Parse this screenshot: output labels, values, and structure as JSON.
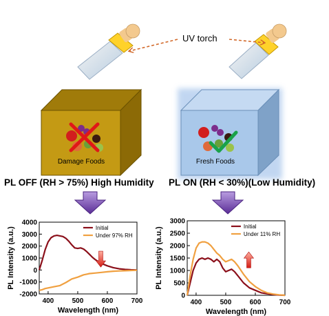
{
  "torch_label": "UV torch",
  "boxes": {
    "left": {
      "label": "Damage Foods",
      "color": "#c49a14"
    },
    "right": {
      "label": "Fresh Foods",
      "color": "#a9c8ea"
    }
  },
  "conditions": {
    "left": "PL OFF (RH > 75%) High Humidity",
    "right": "PL ON (RH < 30%)(Low Humidity)"
  },
  "colors": {
    "initial": "#8b0f1a",
    "treated": "#f0a040",
    "arrow_purple": "#7a3fb5",
    "arrow_red": "#d92020"
  },
  "chart_data": [
    {
      "type": "line",
      "xlabel": "Wavelength (nm)",
      "ylabel": "PL Intensity (a.u.)",
      "xlim": [
        370,
        700
      ],
      "ylim": [
        -2000,
        4000
      ],
      "xticks": [
        400,
        500,
        600,
        700
      ],
      "yticks": [
        -2000,
        -1000,
        0,
        1000,
        2000,
        3000,
        4000
      ],
      "tick_labels_y": [
        "-2000",
        "-1000",
        "0",
        "1000",
        "2000",
        "3000",
        "4000"
      ],
      "tick_labels_x": [
        "400",
        "500",
        "600",
        "700"
      ],
      "trend": "down",
      "series": [
        {
          "name": "Initial",
          "color": "#8b0f1a",
          "x": [
            370,
            380,
            390,
            400,
            410,
            420,
            430,
            440,
            450,
            460,
            470,
            480,
            490,
            500,
            510,
            520,
            530,
            540,
            550,
            560,
            580,
            600,
            620,
            640,
            660,
            680,
            700
          ],
          "y": [
            0,
            800,
            1700,
            2350,
            2700,
            2850,
            2900,
            2850,
            2800,
            2650,
            2400,
            2100,
            1850,
            1800,
            1850,
            1750,
            1550,
            1300,
            1050,
            850,
            550,
            350,
            200,
            100,
            50,
            20,
            0
          ]
        },
        {
          "name": "Under 97% RH",
          "color": "#f0a040",
          "x": [
            370,
            380,
            390,
            400,
            420,
            440,
            460,
            480,
            500,
            520,
            540,
            560,
            580,
            600,
            620,
            640,
            660,
            680,
            700
          ],
          "y": [
            -1700,
            -1650,
            -1550,
            -1500,
            -1400,
            -1300,
            -1050,
            -750,
            -600,
            -400,
            -300,
            -250,
            -200,
            -150,
            -100,
            -80,
            -60,
            -40,
            -20
          ]
        }
      ]
    },
    {
      "type": "line",
      "xlabel": "Wavelength (nm)",
      "ylabel": "PL Intensity (a.u.)",
      "xlim": [
        370,
        700
      ],
      "ylim": [
        0,
        3000
      ],
      "xticks": [
        400,
        500,
        600,
        700
      ],
      "yticks": [
        0,
        500,
        1000,
        1500,
        2000,
        2500,
        3000
      ],
      "tick_labels_y": [
        "0",
        "500",
        "1000",
        "1500",
        "2000",
        "2500",
        "3000"
      ],
      "tick_labels_x": [
        "400",
        "500",
        "600",
        "700"
      ],
      "trend": "up",
      "series": [
        {
          "name": "Initial",
          "color": "#8b0f1a",
          "x": [
            370,
            380,
            390,
            400,
            410,
            420,
            430,
            440,
            450,
            460,
            470,
            480,
            490,
            500,
            510,
            520,
            530,
            540,
            560,
            580,
            600,
            620,
            640,
            660,
            680,
            700
          ],
          "y": [
            0,
            500,
            1000,
            1300,
            1450,
            1500,
            1450,
            1500,
            1450,
            1350,
            1450,
            1350,
            1100,
            950,
            1000,
            1050,
            950,
            800,
            500,
            300,
            200,
            100,
            60,
            30,
            10,
            0
          ]
        },
        {
          "name": "Under 11% RH",
          "color": "#f0a040",
          "x": [
            370,
            380,
            390,
            400,
            410,
            420,
            430,
            440,
            450,
            460,
            470,
            480,
            490,
            500,
            510,
            520,
            530,
            540,
            560,
            580,
            600,
            620,
            640,
            660,
            680,
            700
          ],
          "y": [
            0,
            800,
            1450,
            1900,
            2100,
            2150,
            2150,
            2100,
            2000,
            1850,
            1700,
            1600,
            1450,
            1350,
            1400,
            1450,
            1350,
            1200,
            850,
            550,
            350,
            200,
            100,
            50,
            20,
            0
          ]
        }
      ]
    }
  ]
}
